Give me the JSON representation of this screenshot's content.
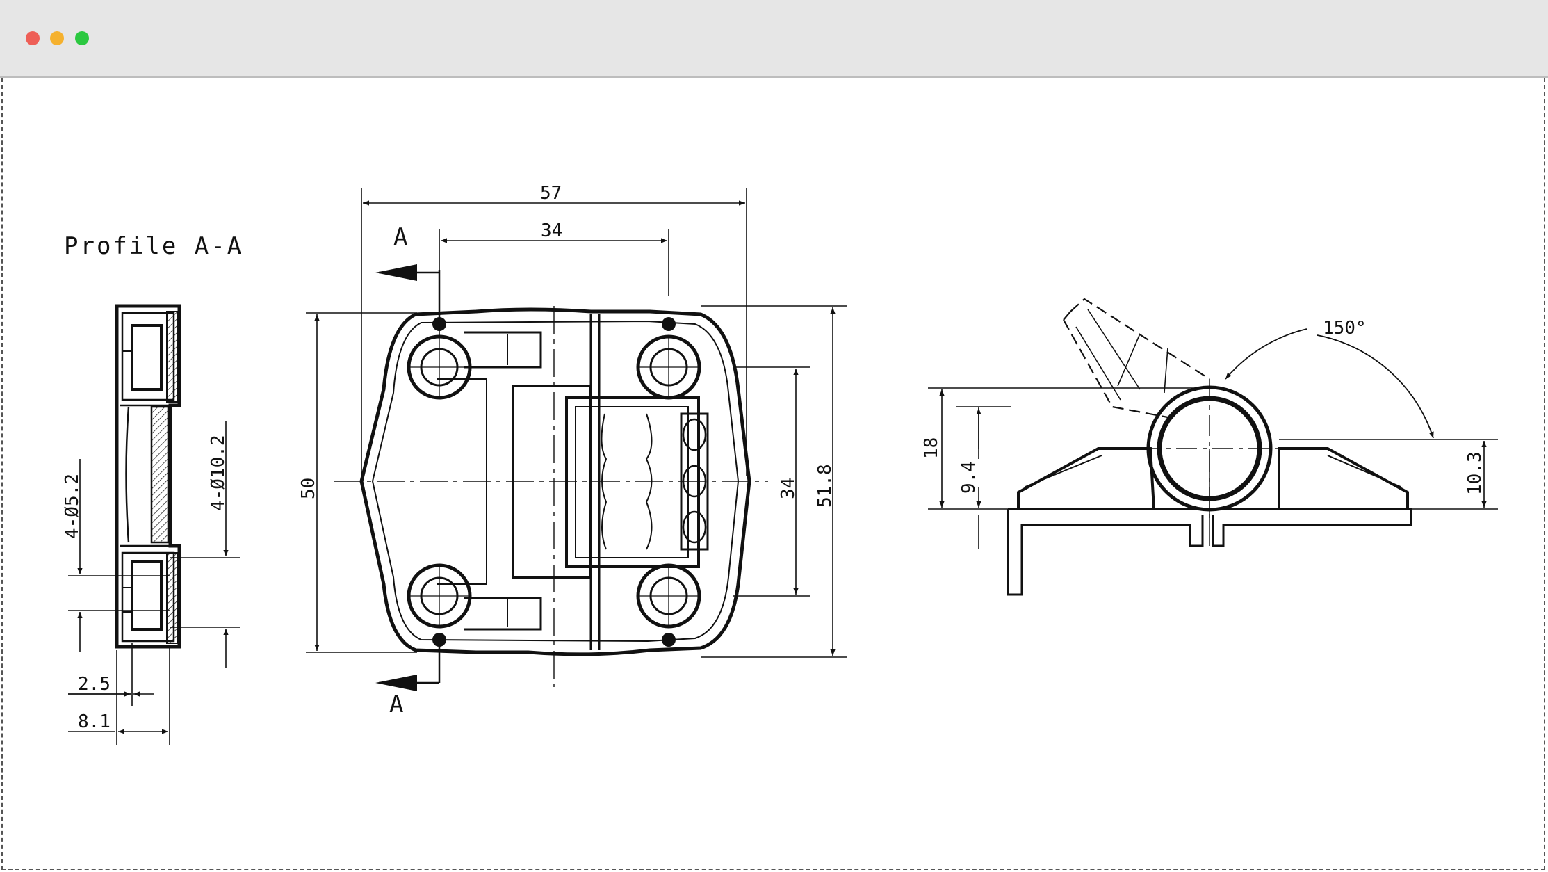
{
  "window": {
    "controls": [
      {
        "name": "close",
        "color": "#ee5f57"
      },
      {
        "name": "minimize",
        "color": "#f5b12e"
      },
      {
        "name": "maximize",
        "color": "#2bc840"
      }
    ]
  },
  "colors": {
    "line": "#111111",
    "titlebar": "#e6e6e6"
  },
  "drawing": {
    "profile_title": "Profile A-A",
    "section_label": "A",
    "dims": {
      "width_57": "57",
      "hole_spacing_34": "34",
      "height_50": "50",
      "vert_spacing_34": "34",
      "height_51_8": "51.8",
      "hole_small": "4-Ø5.2",
      "hole_large": "4-Ø10.2",
      "thick_2_5": "2.5",
      "thick_8_1": "8.1",
      "side_18": "18",
      "side_9_4": "9.4",
      "side_10_3": "10.3",
      "angle": "150°"
    }
  }
}
